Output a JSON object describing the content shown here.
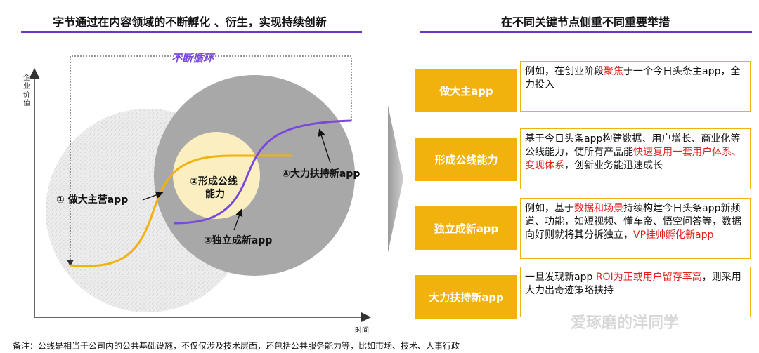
{
  "left_title": "字节通过在内容领域的不断孵化 、衍生，实现持续创新",
  "right_title": "在不同关键节点侧重不同重要举措",
  "loop_label": "不断循环",
  "y_axis_label": "企业价值",
  "x_axis_label": "时间",
  "stages": {
    "s1": "① 做大主营app",
    "s2_line1": "②形成公线",
    "s2_line2": "能力",
    "s3": "③独立成新app",
    "s4": "④大力扶持新app"
  },
  "levers": [
    {
      "name": "做大主app",
      "desc": [
        {
          "t": "例如，在创业阶段"
        },
        {
          "t": "聚焦",
          "red": true
        },
        {
          "t": "于一个今日头条主app，全力投入"
        }
      ]
    },
    {
      "name": "形成公线能力",
      "desc": [
        {
          "t": "基于今日头条app构建数据、用户增长、商业化等公线能力，使所有产品能"
        },
        {
          "t": "快速复用一套用户体系、变现体系",
          "red": true
        },
        {
          "t": "，创新业务能迅速成长"
        }
      ]
    },
    {
      "name": "独立成新app",
      "desc": [
        {
          "t": "例如，基于"
        },
        {
          "t": "数据和场景",
          "red": true
        },
        {
          "t": "持续构建今日头条app新频道、功能，如短视频、懂车帝、悟空问答等，数据向好则就将其分拆独立，"
        },
        {
          "t": "VP挂帅孵化新app",
          "red": true
        }
      ]
    },
    {
      "name": "大力扶持新app",
      "desc": [
        {
          "t": "一旦发现新app "
        },
        {
          "t": "ROI为正或用户留存率高",
          "red": true
        },
        {
          "t": "，则采用大力出奇迹策略扶持"
        }
      ]
    }
  ],
  "footnote": "备注：公线是相当于公司内的公共基础设施，不仅仅涉及技术层面，还包括公共服务能力等，比如市场、技术、人事行政",
  "watermark": "爱琢磨的洋同学",
  "colors": {
    "accent_purple": "#6b35c8",
    "curve_orange": "#f2b20d",
    "curve_purple": "#7b49d9",
    "lever_fill": "#f2b20d",
    "highlight_red": "#e0211c",
    "circle_gray": "#a8a8a8",
    "circle_light": "#fbeec0"
  }
}
